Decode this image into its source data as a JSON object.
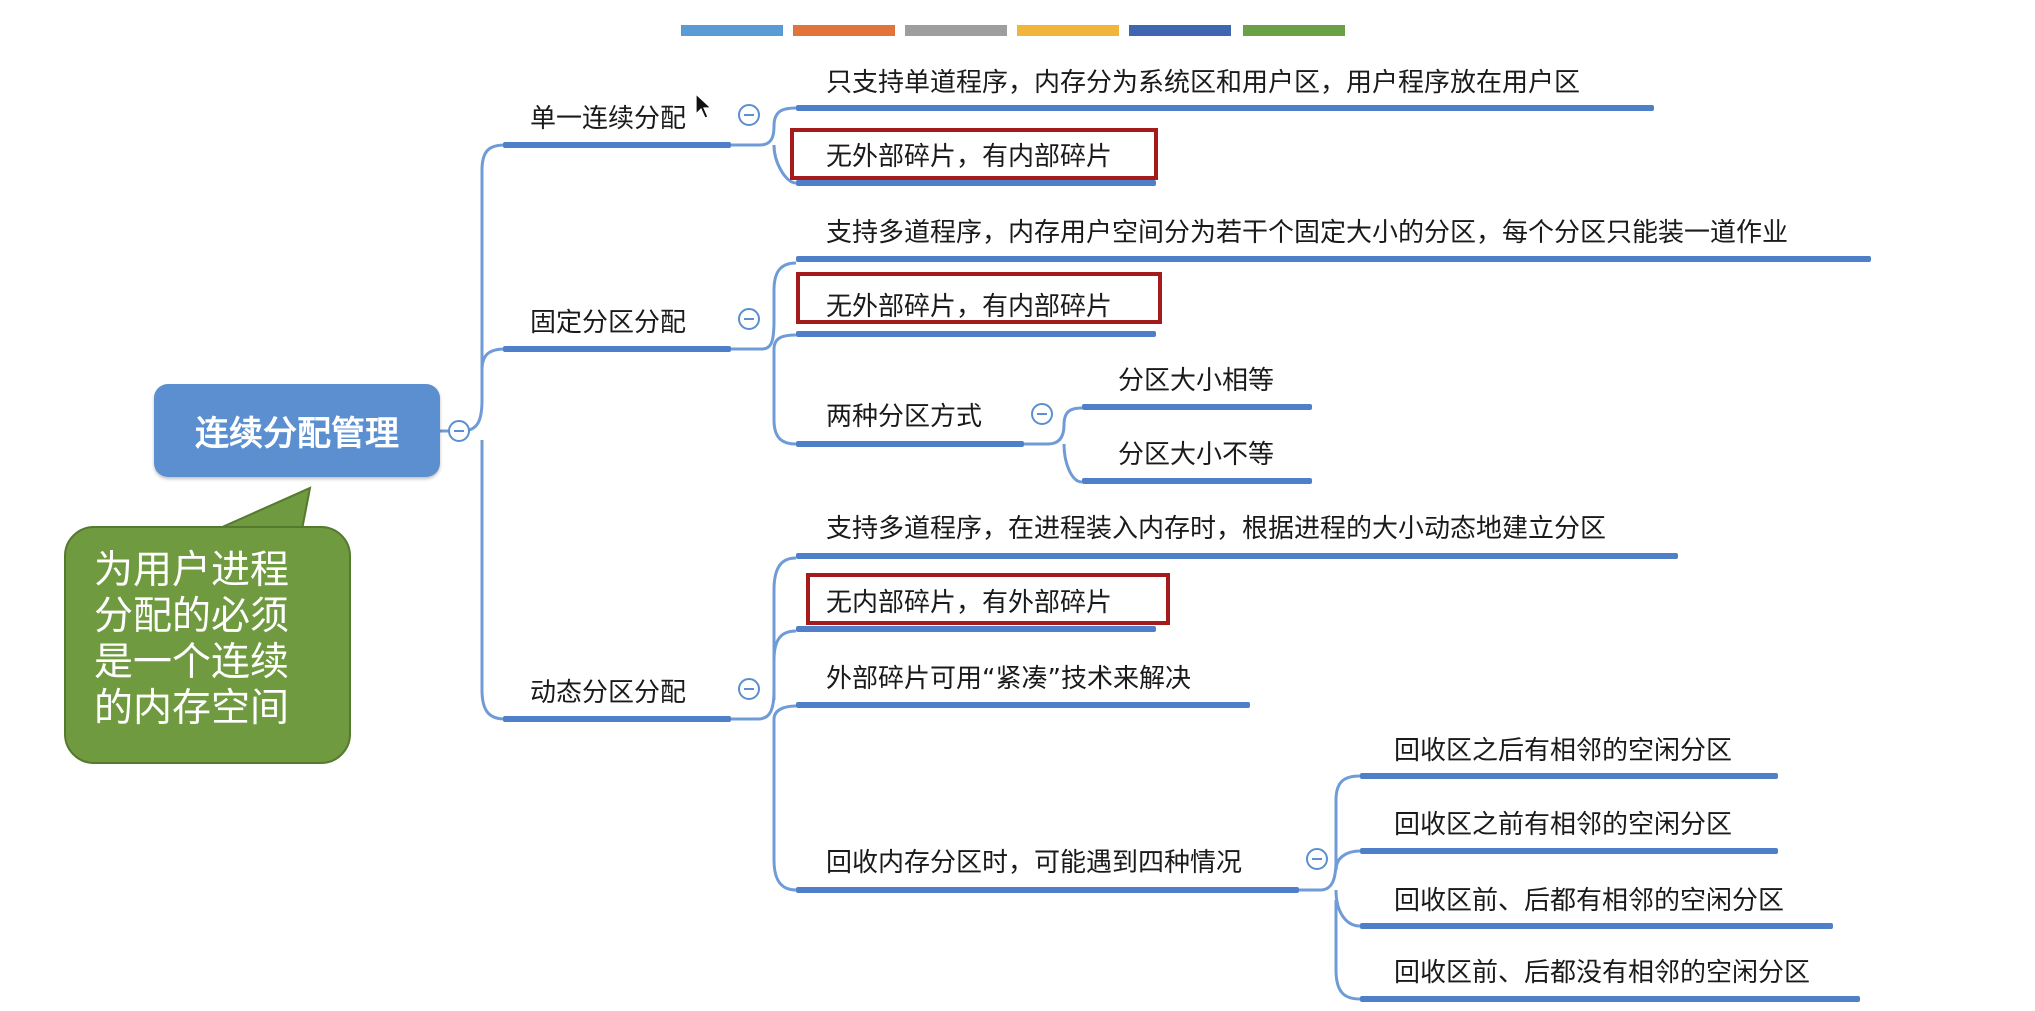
{
  "palette": {
    "swatches": [
      "#5b9bd5",
      "#e0743a",
      "#9e9e9e",
      "#f2b53c",
      "#3f66b0",
      "#6aa046"
    ],
    "connector": "#6f9bd6",
    "underline": "#4f7fc9",
    "root_fill": "#5b8fd0",
    "highlight_border": "#a31b1b",
    "callout_fill": "#6f9a3f"
  },
  "root": {
    "label": "连续分配管理"
  },
  "callout": {
    "lines": [
      "为用户进程",
      "分配的必须",
      "是一个连续",
      "的内存空间"
    ]
  },
  "branches": {
    "single": {
      "label": "单一连续分配",
      "children": [
        "只支持单道程序，内存分为系统区和用户区，用户程序放在用户区",
        "无外部碎片，有内部碎片"
      ]
    },
    "fixed": {
      "label": "固定分区分配",
      "children": [
        "支持多道程序，内存用户空间分为若干个固定大小的分区，每个分区只能装一道作业",
        "无外部碎片，有内部碎片",
        "两种分区方式"
      ],
      "methods": [
        "分区大小相等",
        "分区大小不等"
      ]
    },
    "dynamic": {
      "label": "动态分区分配",
      "children": [
        "支持多道程序，在进程装入内存时，根据进程的大小动态地建立分区",
        "无内部碎片，有外部碎片",
        "外部碎片可用“紧凑”技术来解决",
        "回收内存分区时，可能遇到四种情况"
      ],
      "cases": [
        "回收区之后有相邻的空闲分区",
        "回收区之前有相邻的空闲分区",
        "回收区前、后都有相邻的空闲分区",
        "回收区前、后都没有相邻的空闲分区"
      ]
    }
  }
}
